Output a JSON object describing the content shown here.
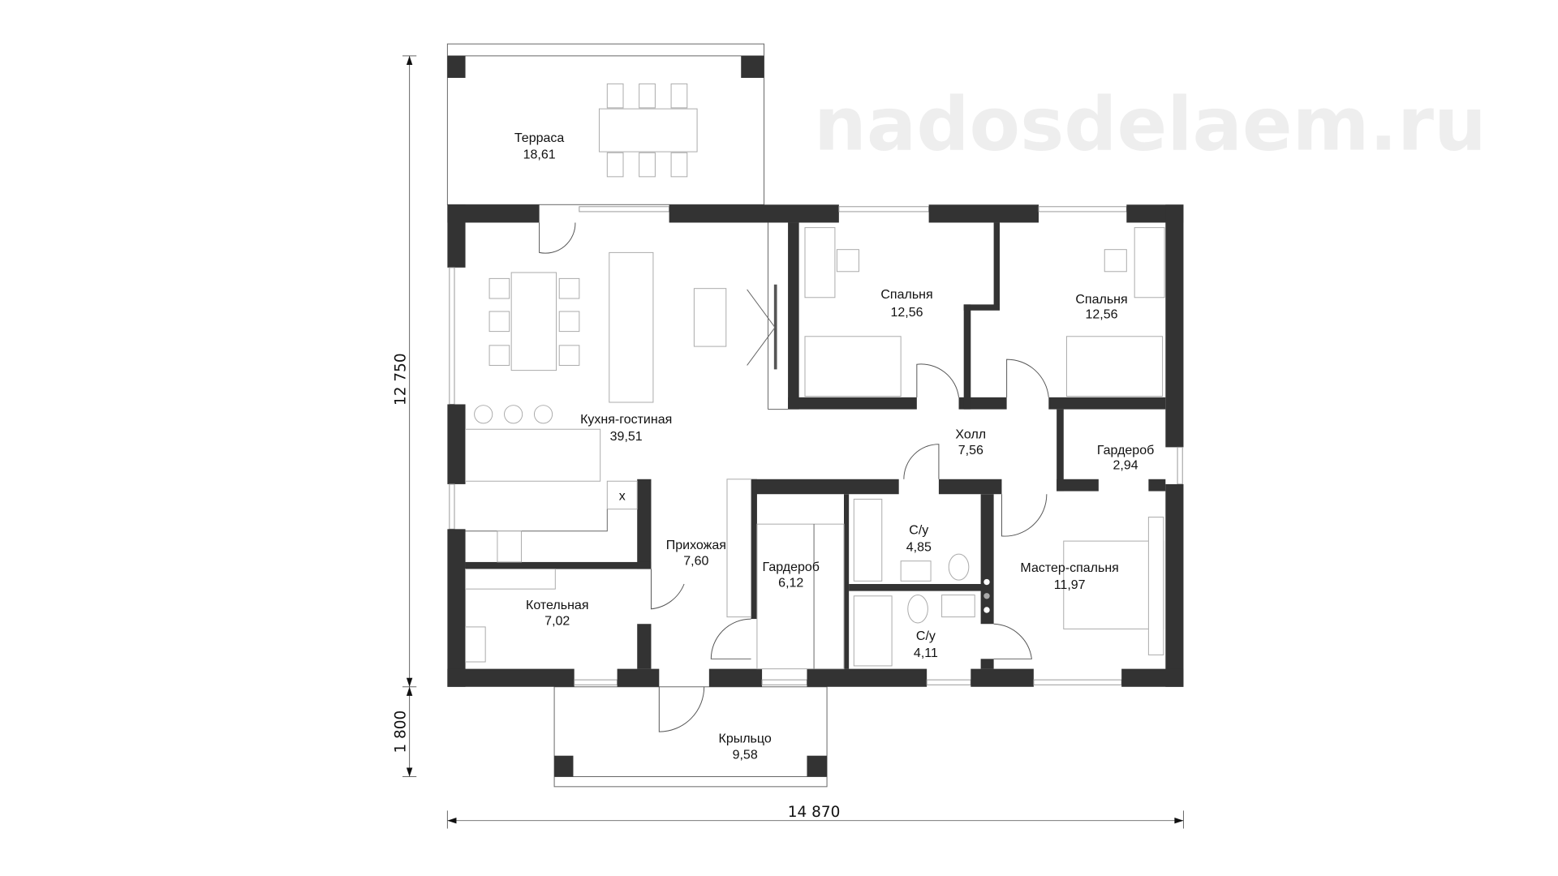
{
  "watermark": "nadosdelaem.ru",
  "rooms": {
    "terrace": {
      "name": "Терраса",
      "area": "18,61"
    },
    "kitchen_living": {
      "name": "Кухня-гостиная",
      "area": "39,51"
    },
    "bedroom1": {
      "name": "Спальня",
      "area": "12,56"
    },
    "bedroom2": {
      "name": "Спальня",
      "area": "12,56"
    },
    "hall": {
      "name": "Холл",
      "area": "7,56"
    },
    "wardrobe_small": {
      "name": "Гардероб",
      "area": "2,94"
    },
    "bathroom1": {
      "name": "С/у",
      "area": "4,85"
    },
    "entrance": {
      "name": "Прихожая",
      "area": "7,60"
    },
    "wardrobe": {
      "name": "Гардероб",
      "area": "6,12"
    },
    "master_bedroom": {
      "name": "Мастер-спальня",
      "area": "11,97"
    },
    "boiler_room": {
      "name": "Котельная",
      "area": "7,02"
    },
    "bathroom2": {
      "name": "С/у",
      "area": "4,11"
    },
    "porch": {
      "name": "Крыльцо",
      "area": "9,58"
    }
  },
  "dimensions": {
    "height_main": "12 750",
    "height_porch": "1 800",
    "width_total": "14 870"
  },
  "colors": {
    "wall": "#333333",
    "watermark": "#eeeeee"
  }
}
